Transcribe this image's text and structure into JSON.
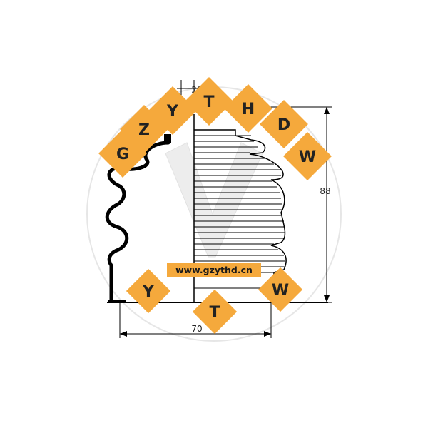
{
  "drawing": {
    "dimensions": {
      "top_width": "20",
      "height": "88",
      "bottom_width": "70"
    }
  },
  "watermark": {
    "arc_letters": [
      "G",
      "Z",
      "Y",
      "T",
      "H",
      "D",
      "W"
    ],
    "lower_left_letter": "Y",
    "bottom_letter": "T",
    "lower_right_letter": "W",
    "url": "www.gzythd.cn",
    "colors": {
      "tile": "#f5a93c",
      "ring": "#e6e6e6",
      "v_mark": "#e8e8e8"
    }
  }
}
